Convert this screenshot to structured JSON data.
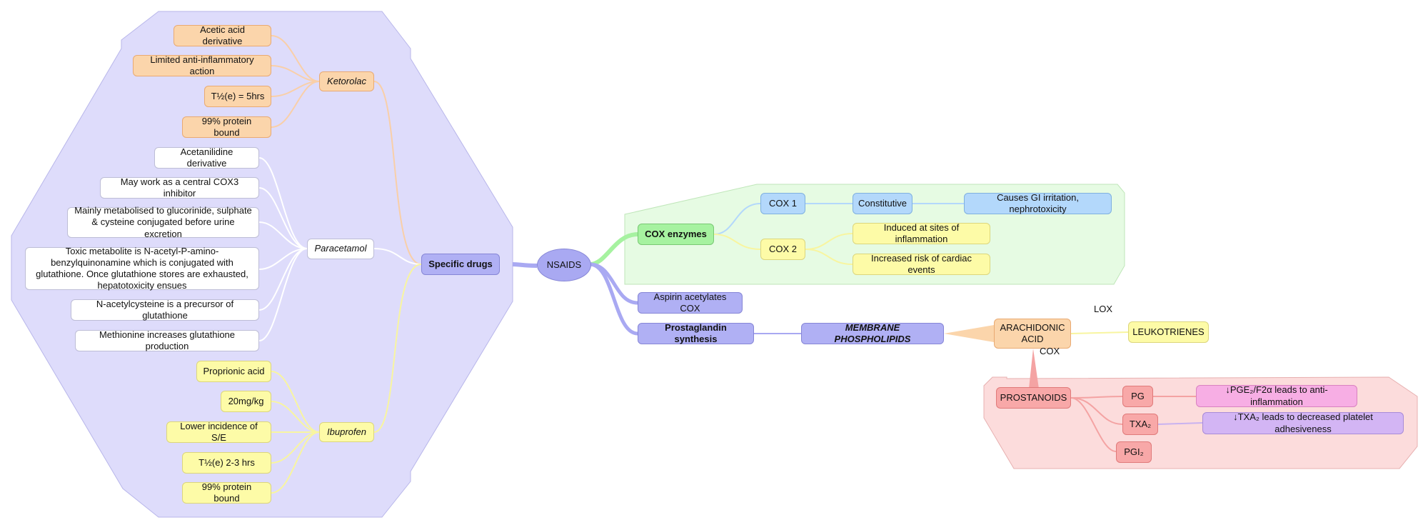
{
  "center": "NSAIDS",
  "branches": {
    "specific_drugs": {
      "label": "Specific drugs",
      "ketorolac": {
        "label": "Ketorolac",
        "items": [
          "Acetic acid derivative",
          "Limited anti-inflammatory action",
          "T½(e) = 5hrs",
          "99% protein bound"
        ]
      },
      "paracetamol": {
        "label": "Paracetamol",
        "items": [
          "Acetanilidine derivative",
          "May work as a central COX3 inhibitor",
          "Mainly metabolised to glucorinide, sulphate & cysteine conjugated before urine excretion",
          "Toxic metabolite is N-acetyl-P-amino-benzylquinonamine which is conjugated with glutathione. Once glutathione stores are exhausted, hepatotoxicity ensues",
          "N-acetylcysteine is a precursor of glutathione",
          "Methionine increases glutathione production"
        ]
      },
      "ibuprofen": {
        "label": "Ibuprofen",
        "items": [
          "Proprionic acid",
          "20mg/kg",
          "Lower incidence of S/E",
          "T½(e) 2-3 hrs",
          "99% protein bound"
        ]
      }
    },
    "cox_enzymes": {
      "label": "COX enzymes",
      "cox1": {
        "label": "COX 1",
        "property": "Constitutive",
        "effect": "Causes GI irritation, nephrotoxicity"
      },
      "cox2": {
        "label": "COX 2",
        "items": [
          "Induced at sites of inflammation",
          "Increased risk of cardiac events"
        ]
      }
    },
    "aspirin": "Aspirin acetylates COX",
    "prostaglandin": {
      "label": "Prostaglandin synthesis",
      "membrane": "MEMBRANE PHOSPHOLIPIDS",
      "arachidonic": "ARACHIDONIC ACID",
      "lox_label": "LOX",
      "leukotrienes": "LEUKOTRIENES",
      "cox_label": "COX",
      "prostanoids": {
        "label": "PROSTANOIDS",
        "pg": "PG",
        "pg_effect": "↓PGE₂/F2α leads to anti-inflammation",
        "txa": "TXA₂",
        "txa_effect": "↓TXA₂ leads to decreased platelet adhesiveness",
        "pgi": "PGI₂"
      }
    }
  },
  "colors": {
    "drugs_bg": "#dedcfb",
    "cox_bg": "#e6fbe3",
    "prostanoid_bg": "#fcdcdc",
    "purple_link": "#a9a9f2",
    "green_link": "#a6f2a0",
    "orange_link": "#fbd5ab",
    "yellow_link": "#f8f5a0",
    "blue_link": "#b3d8fb",
    "red_link": "#f4a3a3",
    "lilac_link": "#c9b2f0",
    "white_link": "#e6e6f2"
  }
}
